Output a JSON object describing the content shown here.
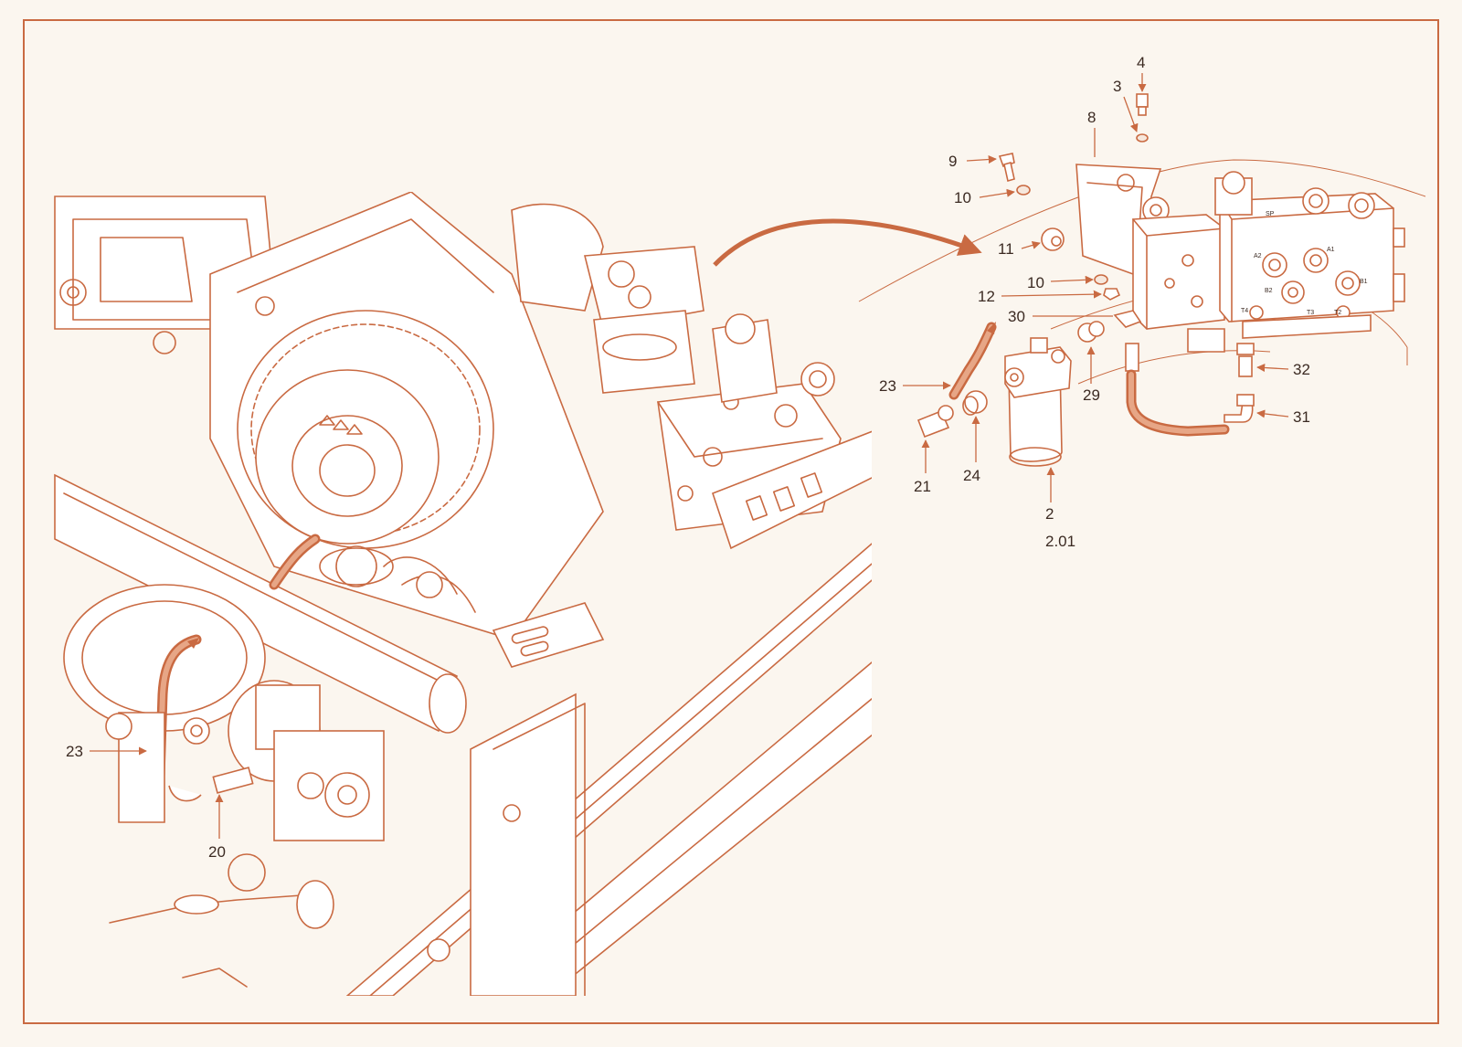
{
  "colors": {
    "line": "#c96a42",
    "hose_highlight": "#e7a686",
    "frame": "#c96a42",
    "callout_text": "#3b2a22",
    "background": "#fbf6ef"
  },
  "callouts": {
    "c4": "4",
    "c3": "3",
    "c8": "8",
    "c9": "9",
    "c10a": "10",
    "c11": "11",
    "c10b": "10",
    "c12": "12",
    "c30": "30",
    "c23_detail": "23",
    "c29": "29",
    "c32": "32",
    "c31": "31",
    "c21": "21",
    "c24": "24",
    "c2": "2",
    "c2_01": "2.01",
    "c23_main": "23",
    "c20": "20"
  },
  "ports": {
    "a2": "A2",
    "a1": "A1",
    "b2": "B2",
    "b1": "B1",
    "t4": "T4",
    "t3": "T3",
    "t2": "T2",
    "sp": "SP"
  },
  "icons": {
    "arrow": "curved-arrow-icon",
    "leader_arrow": "leader-arrow-icon"
  }
}
